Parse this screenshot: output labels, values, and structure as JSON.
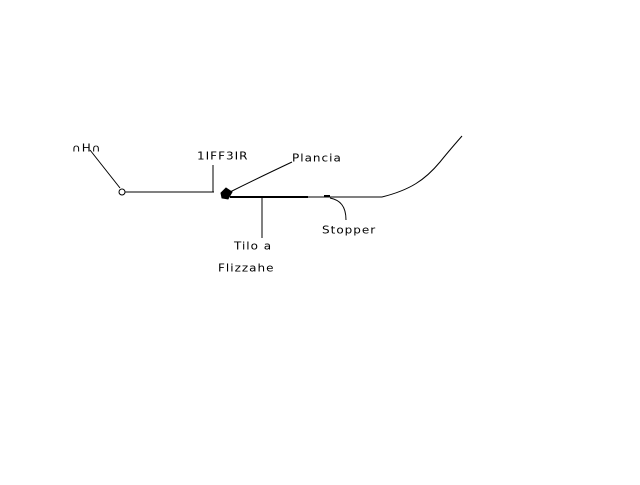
{
  "colors": {
    "background": "#ffffff",
    "ink": "#000000"
  },
  "labels": {
    "left": "∩H∩",
    "top": "1IFF3IR",
    "right": "Plancia",
    "end": "Stopper",
    "bottom_line1": "Tilo a",
    "bottom_line2": "Flizzahe"
  }
}
